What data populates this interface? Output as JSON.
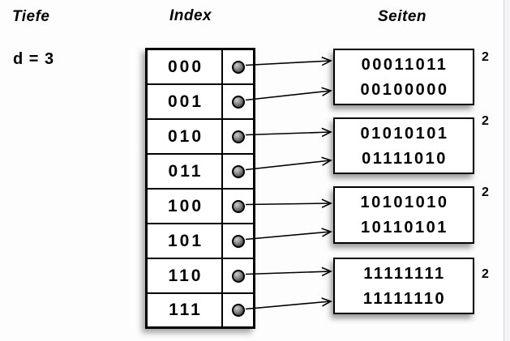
{
  "headers": {
    "depth_column": "Tiefe",
    "index_column": "Index",
    "pages_column": "Seiten"
  },
  "global_depth": {
    "label": "d = 3"
  },
  "index_table": {
    "rows": [
      "000",
      "001",
      "010",
      "011",
      "100",
      "101",
      "110",
      "111"
    ]
  },
  "pages": [
    {
      "lines": [
        "00011011",
        "00100000"
      ],
      "local_depth": "2"
    },
    {
      "lines": [
        "01010101",
        "01111010"
      ],
      "local_depth": "2"
    },
    {
      "lines": [
        "10101010",
        "10110101"
      ],
      "local_depth": "2"
    },
    {
      "lines": [
        "11111111",
        "11111110"
      ],
      "local_depth": "2"
    }
  ],
  "mapping": {
    "arrows": [
      {
        "from_index": "000",
        "to_page": 1
      },
      {
        "from_index": "001",
        "to_page": 1
      },
      {
        "from_index": "010",
        "to_page": 2
      },
      {
        "from_index": "011",
        "to_page": 2
      },
      {
        "from_index": "100",
        "to_page": 3
      },
      {
        "from_index": "101",
        "to_page": 3
      },
      {
        "from_index": "110",
        "to_page": 4
      },
      {
        "from_index": "111",
        "to_page": 4
      }
    ]
  },
  "colors": {
    "line": "#000000",
    "box_background": "#ffffff",
    "canvas_background": "#fdfdfd",
    "slide_edge": "#d3d3d6"
  }
}
